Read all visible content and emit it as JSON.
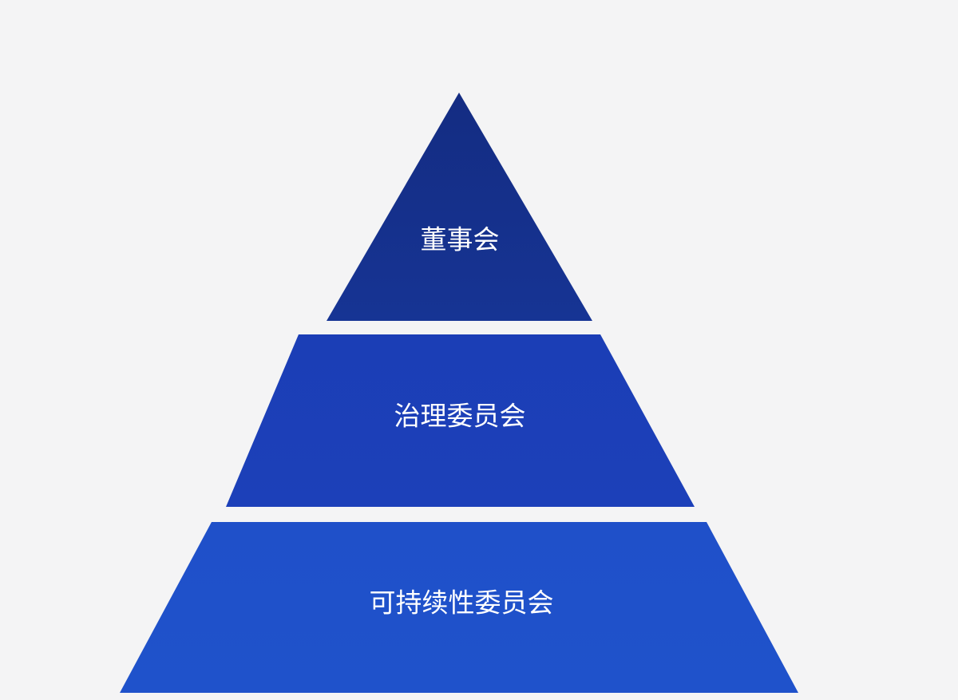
{
  "colors": {
    "background": "#f4f4f5",
    "label": "#ffffff"
  },
  "pyramid": {
    "tiers": [
      {
        "label": "董事会",
        "color": "#142f8a"
      },
      {
        "label": "治理委员会",
        "color": "#1a3db4"
      },
      {
        "label": "可持续性委员会",
        "color": "#1e4fc8"
      }
    ]
  }
}
